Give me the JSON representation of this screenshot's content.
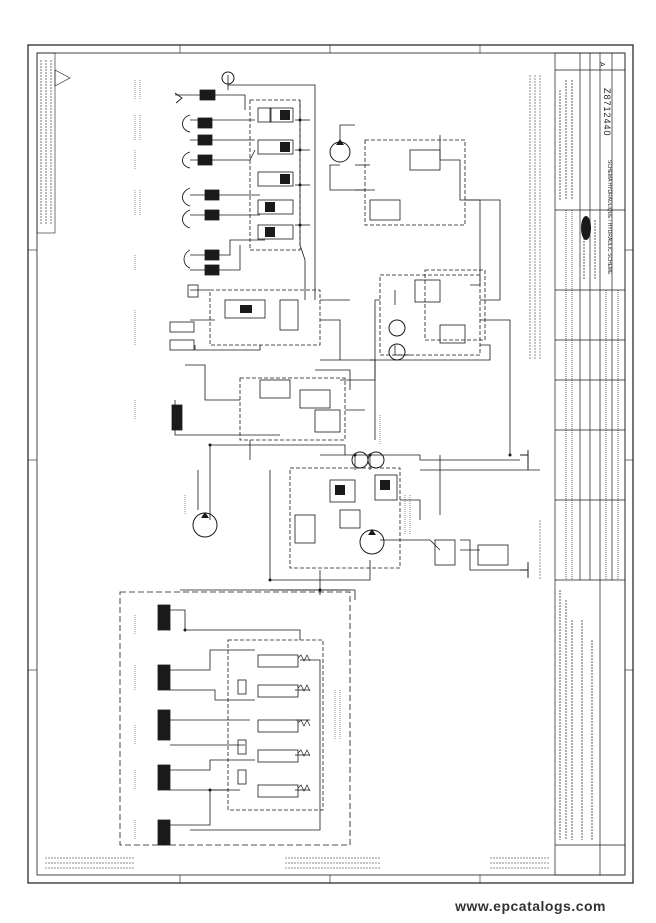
{
  "drawing": {
    "number": "Z8712440",
    "revision": "A",
    "title_block_main": "SCHEMA HYDRAULIQUE / HYDRAULIC SCHEME"
  },
  "watermark": {
    "text": "www.epcatalogs.com"
  },
  "colors": {
    "ink": "#1a1a1a",
    "paper": "#ffffff"
  }
}
